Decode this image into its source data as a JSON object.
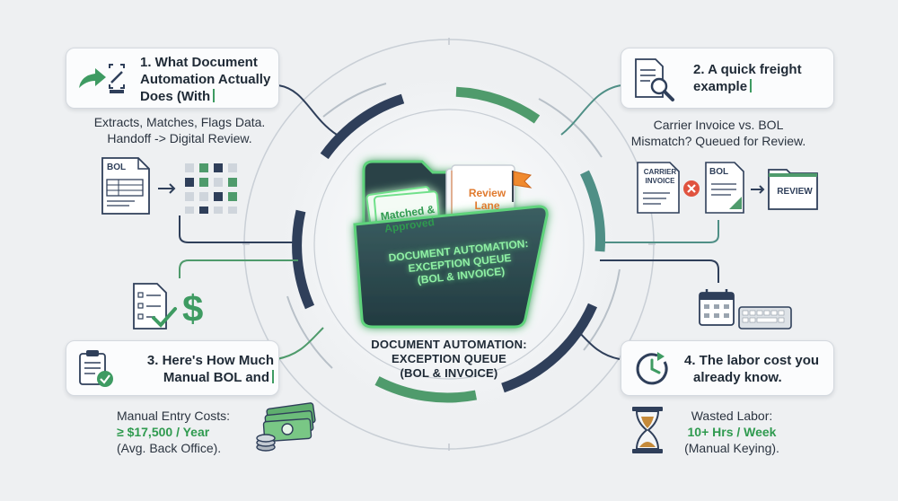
{
  "center": {
    "folder_line1": "DOCUMENT AUTOMATION:",
    "folder_line2": "EXCEPTION QUEUE",
    "folder_line3": "(BOL & INVOICE)",
    "doc_matched_line1": "Matched &",
    "doc_matched_line2": "Approved",
    "doc_review_line1": "Review",
    "doc_review_line2": "Lane",
    "label_line1": "DOCUMENT AUTOMATION:",
    "label_line2": "EXCEPTION QUEUE",
    "label_line3": "(BOL & INVOICE)"
  },
  "panel1": {
    "title_line1": "1. What Document",
    "title_line2": "Automation Actually",
    "title_line3": "Does (With",
    "body_line1": "Extracts, Matches, Flags Data.",
    "body_line2": "Handoff -> Digital Review.",
    "doc_label": "BOL"
  },
  "panel2": {
    "title_line1": "2. A quick freight",
    "title_line2": "example",
    "body_line1": "Carrier Invoice vs. BOL",
    "body_line2": "Mismatch? Queued for Review.",
    "invoice_line1": "CARRIER",
    "invoice_line2": "INVOICE",
    "bol_label": "BOL",
    "review_label": "REVIEW"
  },
  "panel3": {
    "title_line1": "3. Here's How Much",
    "title_line2": "Manual BOL and",
    "body_line1": "Manual Entry Costs:",
    "body_highlight": "≥ $17,500 / Year",
    "body_line3": "(Avg. Back Office)."
  },
  "panel4": {
    "title_line1": "4. The labor cost you",
    "title_line2": "already know.",
    "body_line1": "Wasted Labor:",
    "body_highlight": "10+ Hrs / Week",
    "body_line3": "(Manual Keying)."
  },
  "colors": {
    "navy": "#2f3f5a",
    "green": "#3e9b62",
    "teal": "#4f8f86",
    "folder": "#2c4a4e",
    "glow": "#6fe08a"
  }
}
